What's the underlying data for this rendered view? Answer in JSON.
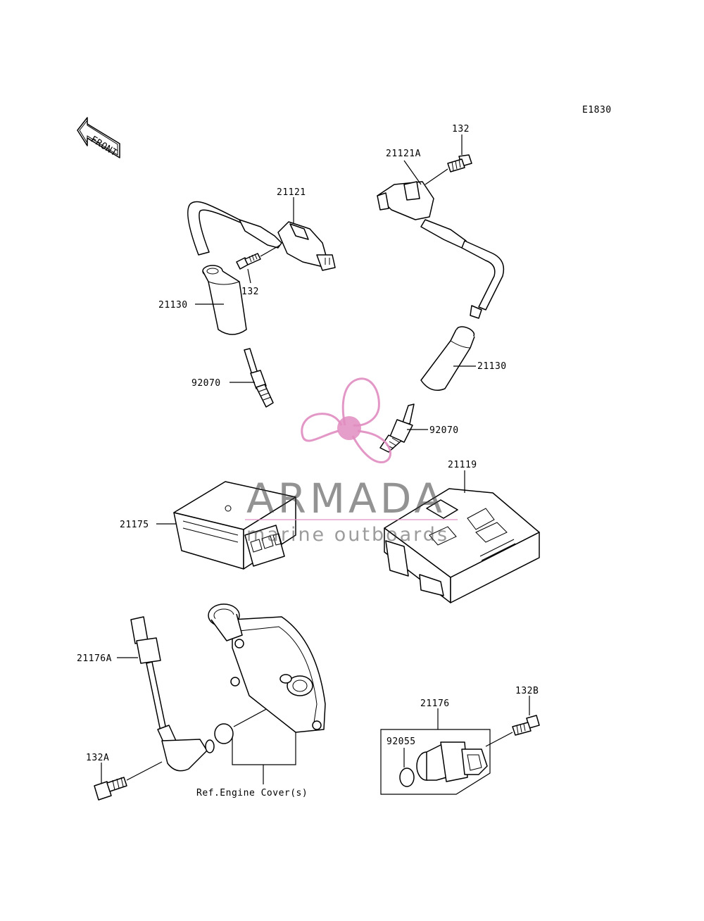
{
  "diagram": {
    "code": "E1830",
    "front_label": "FRONT",
    "labels": {
      "bolt_top_right": "132",
      "coil_right": "21121A",
      "coil_left": "21121",
      "bolt_left": "132",
      "cap_left": "21130",
      "plug_left": "92070",
      "cap_right": "21130",
      "plug_right": "92070",
      "ecu": "21119",
      "igniter": "21175",
      "sensor_left": "21176A",
      "bolt_bottom_left": "132A",
      "ref_cover": "Ref.Engine Cover(s)",
      "sensor_right": "21176",
      "oring": "92055",
      "bolt_bottom_right": "132B"
    }
  },
  "watermark": {
    "brand": "ARMADA",
    "tagline": "marine outboards",
    "color": "#e08cc0"
  }
}
